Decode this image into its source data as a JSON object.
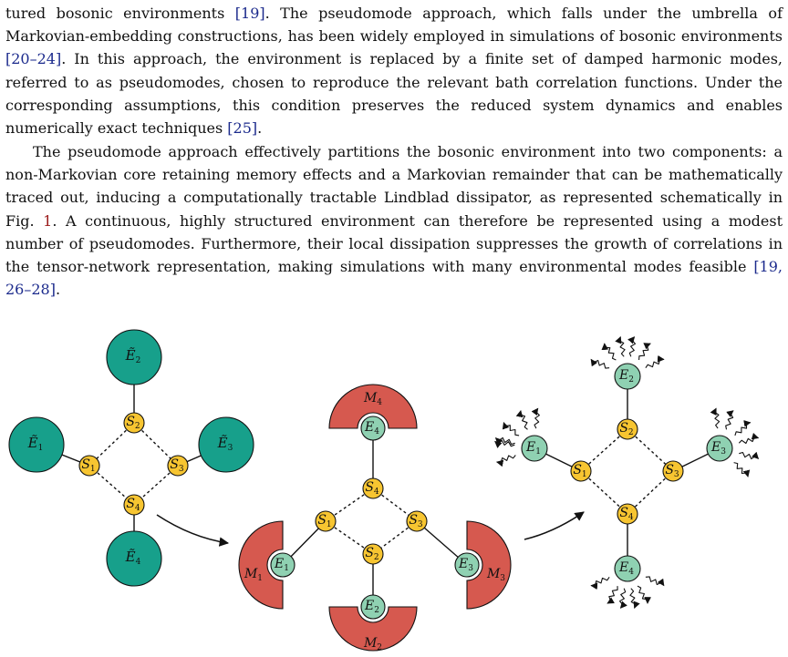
{
  "paragraph1": {
    "s1": "tured bosonic environments ",
    "r1": "[19]",
    "s2": ". The pseudomode approach, which falls under the umbrella of Markovian-embedding constructions, has been widely employed in simulations of bosonic environments ",
    "r2": "[20–24]",
    "s3": ". In this approach, the environment is replaced by a finite set of damped harmonic modes, referred to as pseudomodes, chosen to reproduce the relevant bath correlation functions. Under the corresponding assumptions, this condition preserves the reduced system dynamics and enables numerically exact techniques ",
    "r3": "[25]",
    "s4": "."
  },
  "paragraph2": {
    "s1": "The pseudomode approach effectively partitions the bosonic environment into two components: a non-Markovian core retaining memory effects and a Markovian remainder that can be mathematically traced out, inducing a computationally tractable Lindblad dissipator, as represented schematically in Fig. ",
    "r1": "1",
    "s2": ". A continuous, highly structured environment can therefore be represented using a modest number of pseudomodes. Furthermore, their local dissipation suppresses the growth of correlations in the tensor-network representation, making simulations with many environmental modes feasible ",
    "r2": "[19, 26–28]",
    "s3": "."
  },
  "figure": {
    "colors": {
      "env": "#17a08b",
      "env_light": "#8fd1b2",
      "system": "#f7c531",
      "mode": "#d6594f",
      "line": "#111111"
    },
    "panel1": {
      "env_letter": "Ẽ",
      "env_subs": [
        "1",
        "2",
        "3",
        "4"
      ],
      "sys_letter": "S",
      "sys_subs": [
        "1",
        "2",
        "3",
        "4"
      ]
    },
    "panel2": {
      "sys_subs": [
        "4",
        "1",
        "3",
        "2"
      ],
      "env_letter": "E",
      "env_subs": [
        "4",
        "1",
        "3",
        "2"
      ],
      "mode_letter": "M",
      "mode_subs": [
        "4",
        "1",
        "3",
        "2"
      ]
    },
    "panel3": {
      "sys_subs": [
        "2",
        "1",
        "3",
        "4"
      ],
      "env_subs": [
        "2",
        "1",
        "3",
        "4"
      ]
    }
  }
}
